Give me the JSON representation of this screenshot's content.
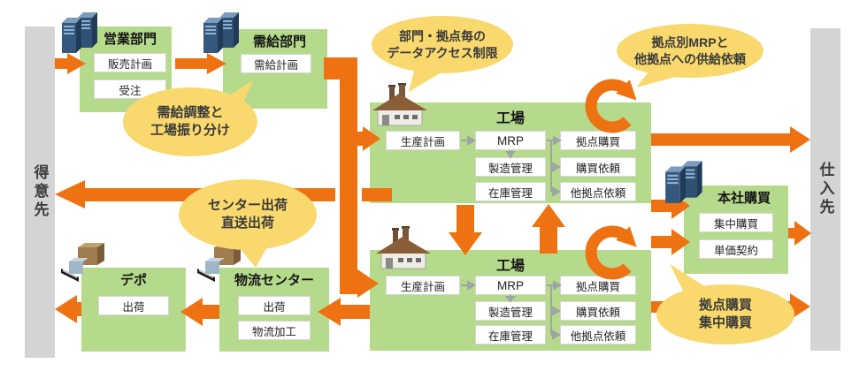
{
  "sides": {
    "customers": "得意先",
    "suppliers": "仕入先"
  },
  "boxes": {
    "sales": {
      "title": "営業部門",
      "rows": [
        "販売計画",
        "受注"
      ]
    },
    "demand": {
      "title": "需給部門",
      "rows": [
        "需給計画"
      ]
    },
    "factory_top": {
      "title": "工場",
      "rows": [
        "生産計画",
        "MRP",
        "製造管理",
        "在庫管理",
        "拠点購買",
        "購買依頼",
        "他拠点依頼"
      ]
    },
    "factory_bottom": {
      "title": "工場",
      "rows": [
        "生産計画",
        "MRP",
        "製造管理",
        "在庫管理",
        "拠点購買",
        "購買依頼",
        "他拠点依頼"
      ]
    },
    "hq": {
      "title": "本社購買",
      "rows": [
        "集中購買",
        "単価契約"
      ]
    },
    "depot": {
      "title": "デポ",
      "rows": [
        "出荷"
      ]
    },
    "logistics": {
      "title": "物流センター",
      "rows": [
        "出荷",
        "物流加工"
      ]
    }
  },
  "balloons": {
    "supply_adjust": {
      "line1": "需給調整と",
      "line2": "工場振り分け"
    },
    "data_access": {
      "line1": "部門・拠点毎の",
      "line2": "データアクセス制限"
    },
    "site_mrp": {
      "line1": "拠点別MRPと",
      "line2": "他拠点への供給依頼"
    },
    "center_ship": {
      "line1": "センター出荷",
      "line2": "直送出荷"
    },
    "site_central_purchase": {
      "line1": "拠点購買",
      "line2": "集中購買"
    }
  },
  "icons": {
    "server": "server-icon",
    "factory": "factory-icon",
    "warehouse": "warehouse-icon",
    "cycle": "cycle-arrow-icon"
  },
  "colors": {
    "accent_orange": "#EE7211",
    "box_green": "#B6DA8C",
    "balloon_yellow": "#F9D96D",
    "sidebar_gray": "#D4D4D4"
  }
}
